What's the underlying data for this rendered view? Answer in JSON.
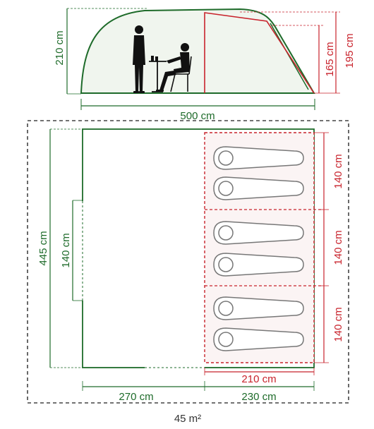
{
  "colors": {
    "tent_outline": "#1e6b2a",
    "tent_fill": "#f0f5ee",
    "bedroom_outline": "#c8232c",
    "footprint": "#444444",
    "sleeping_bag": "#777777",
    "figures": "#111111"
  },
  "side_view": {
    "height_total": "210 cm",
    "height_bedroom_peak": "195 cm",
    "height_bedroom_low": "165 cm",
    "length": "500 cm"
  },
  "floor_plan": {
    "depth": "445 cm",
    "door_width": "140 cm",
    "bedroom_widths": [
      "140 cm",
      "140 cm",
      "140 cm"
    ],
    "bedroom_depth": "210 cm",
    "living_length": "270 cm",
    "bedroom_length": "230 cm",
    "footprint_area": "45 m²"
  }
}
